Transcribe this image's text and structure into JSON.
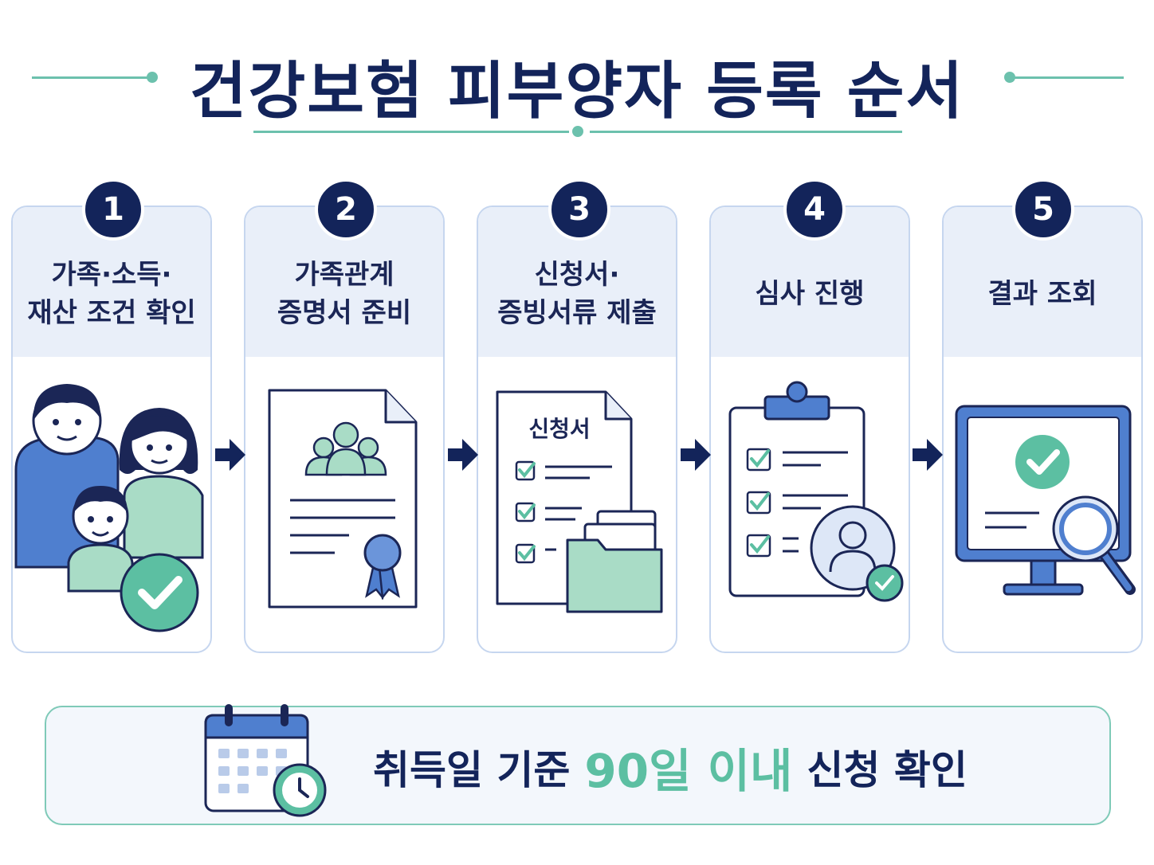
{
  "title": "건강보험 피부양자 등록 순서",
  "steps": [
    {
      "number": "1",
      "label": "가족·소득·\n재산 조건 확인"
    },
    {
      "number": "2",
      "label": "가족관계\n증명서 준비"
    },
    {
      "number": "3",
      "label": "신청서·\n증빙서류 제출",
      "doc_title": "신청서"
    },
    {
      "number": "4",
      "label": "심사 진행"
    },
    {
      "number": "5",
      "label": "결과 조회"
    }
  ],
  "notice": {
    "part1": "취득일 기준",
    "highlight": "90일 이내",
    "part2": "신청 확인"
  },
  "colors": {
    "navy": "#13245a",
    "accent_green": "#5cbfa2",
    "card_border": "#c6d6ef",
    "card_head": "#e9eff9",
    "blue": "#4a78c8"
  },
  "icons": [
    "family-icon",
    "certificate-document-icon",
    "application-form-icon",
    "clipboard-review-icon",
    "monitor-result-icon",
    "calendar-clock-icon",
    "arrow-right-icon",
    "check-circle-icon"
  ]
}
